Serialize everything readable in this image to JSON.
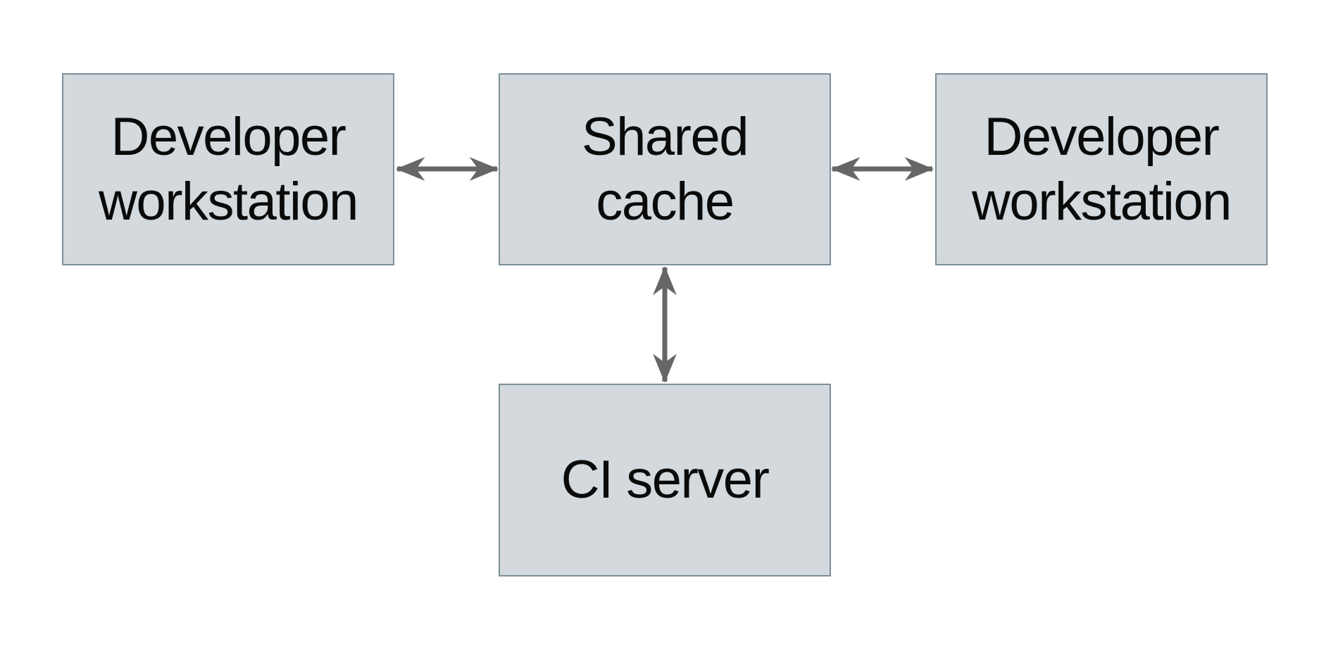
{
  "diagram": {
    "type": "architecture-diagram",
    "background": "#ffffff",
    "nodes": [
      {
        "id": "developer-workstation-left",
        "label": "Developer\nworkstation"
      },
      {
        "id": "shared-cache",
        "label": "Shared\ncache"
      },
      {
        "id": "developer-workstation-right",
        "label": "Developer\nworkstation"
      },
      {
        "id": "ci-server",
        "label": "CI server"
      }
    ],
    "edges": [
      {
        "from": "developer-workstation-left",
        "to": "shared-cache",
        "direction": "bidirectional",
        "orientation": "horizontal"
      },
      {
        "from": "developer-workstation-right",
        "to": "shared-cache",
        "direction": "bidirectional",
        "orientation": "horizontal"
      },
      {
        "from": "ci-server",
        "to": "shared-cache",
        "direction": "bidirectional",
        "orientation": "vertical"
      }
    ],
    "colors": {
      "node_fill": "#d3d9dc",
      "node_border": "#7d8f99",
      "arrow": "#666666",
      "text": "#0a0a0a"
    }
  }
}
